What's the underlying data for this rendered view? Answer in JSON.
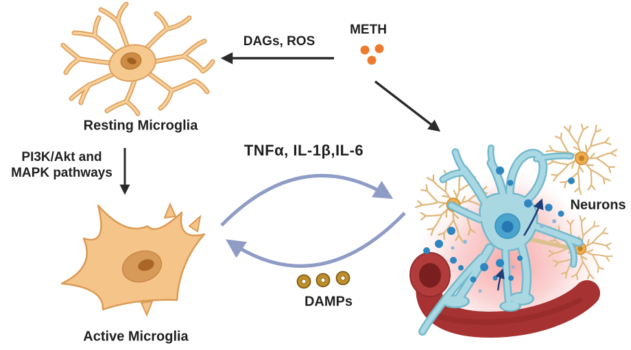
{
  "figure": {
    "labels": {
      "resting_microglia": "Resting Microglia",
      "active_microglia": "Active Microglia",
      "meth": "METH",
      "dags_ros": "DAGs, ROS",
      "pathway_line1": "PI3K/Akt and",
      "pathway_line2": "MAPK pathways",
      "cytokines": "TNFα, IL-1β,IL-6",
      "damps": "DAMPs",
      "neurons": "Neurons"
    },
    "particles": {
      "meth_dots_count": 3,
      "damps_rings_count": 3
    },
    "colors": {
      "background": "#ffffff",
      "text": "#1f1f1f",
      "arrow_black": "#2a2a2a",
      "cycle_arrow_blue": "#8e9cc6",
      "meth_dot_orange": "#ee7b2d",
      "damp_ring_gold": "#bf8f2c",
      "microglia_fill": "#f6c98e",
      "microglia_outline": "#dd9f5b",
      "microglia_nucleus": "#cd8c45",
      "neuron_fill": "#a9d8e3",
      "neuron_outline": "#74b9cc",
      "neuron_nucleus": "#2477b3",
      "astrocyte_branch": "#e0b87e",
      "astrocyte_soma": "#ecaf52",
      "vessel_red": "#a63232",
      "vessel_lumen": "#7a1f1f",
      "glow_pink": "#f7a0a0",
      "synapse_dot_blue": "#2e86c1",
      "mini_arrow_navy": "#1f3e78"
    }
  }
}
